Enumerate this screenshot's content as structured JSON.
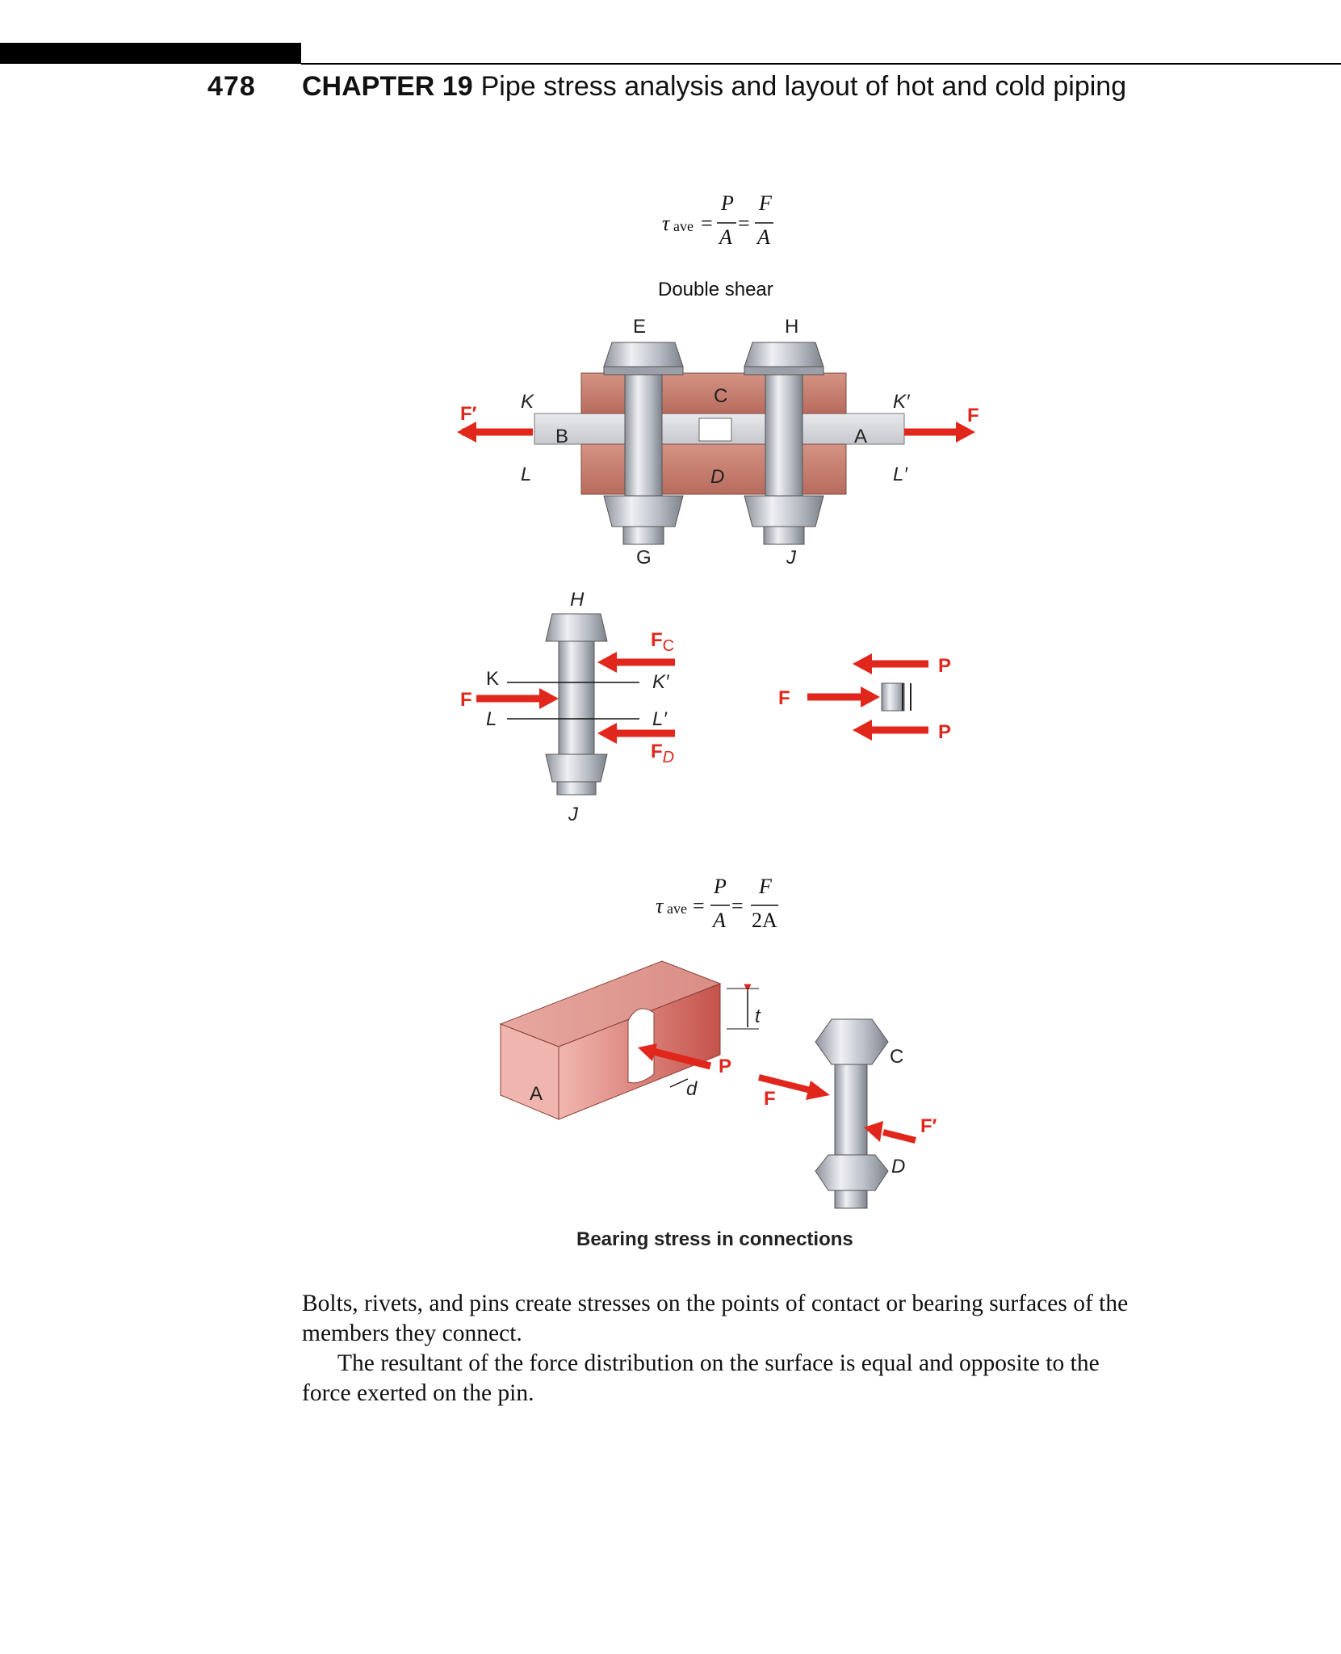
{
  "header": {
    "page_number": "478",
    "chapter_label": "CHAPTER 19",
    "chapter_title": "Pipe stress analysis and layout of hot and cold piping"
  },
  "figure": {
    "formula_top": {
      "tau": "τ",
      "sub": "ave",
      "num1": "P",
      "den1": "A",
      "num2": "F",
      "den2": "A"
    },
    "double_shear_caption": "Double shear",
    "assembly_labels": {
      "E": "E",
      "H": "H",
      "C": "C",
      "D": "D",
      "K": "K",
      "L": "L",
      "B": "B",
      "A": "A",
      "K_prime": "K′",
      "L_prime": "L′",
      "G": "G",
      "J": "J",
      "F": "F",
      "F_prime": "F′"
    },
    "bolt_fbd_labels": {
      "H": "H",
      "J": "J",
      "K": "K",
      "L": "L",
      "K_prime": "K′",
      "L_prime": "L′",
      "F": "F",
      "F_main": "F",
      "sub_C": "C",
      "sub_D": "D"
    },
    "section_labels": {
      "F": "F",
      "P_top": "P",
      "P_bottom": "P"
    },
    "formula_bottom": {
      "tau": "τ",
      "sub": "ave",
      "num1": "P",
      "den1": "A",
      "num2": "F",
      "den2": "2A"
    },
    "bearing_labels": {
      "A": "A",
      "t": "t",
      "d": "d",
      "P": "P",
      "F": "F",
      "C": "C",
      "D": "D",
      "F_prime": "F′"
    },
    "bearing_caption": "Bearing stress in connections"
  },
  "body": {
    "paragraph_1": "Bolts, rivets, and pins create stresses on the points of contact or bearing surfaces of the members they connect.",
    "paragraph_2": "The resultant of the force distribution on the surface is equal and opposite to the force exerted on the pin."
  },
  "colors": {
    "force_arrow": "#e1261c",
    "plate": "#c17a6c",
    "steel": "#b8bcc4",
    "strap": "#d7d8dc"
  }
}
